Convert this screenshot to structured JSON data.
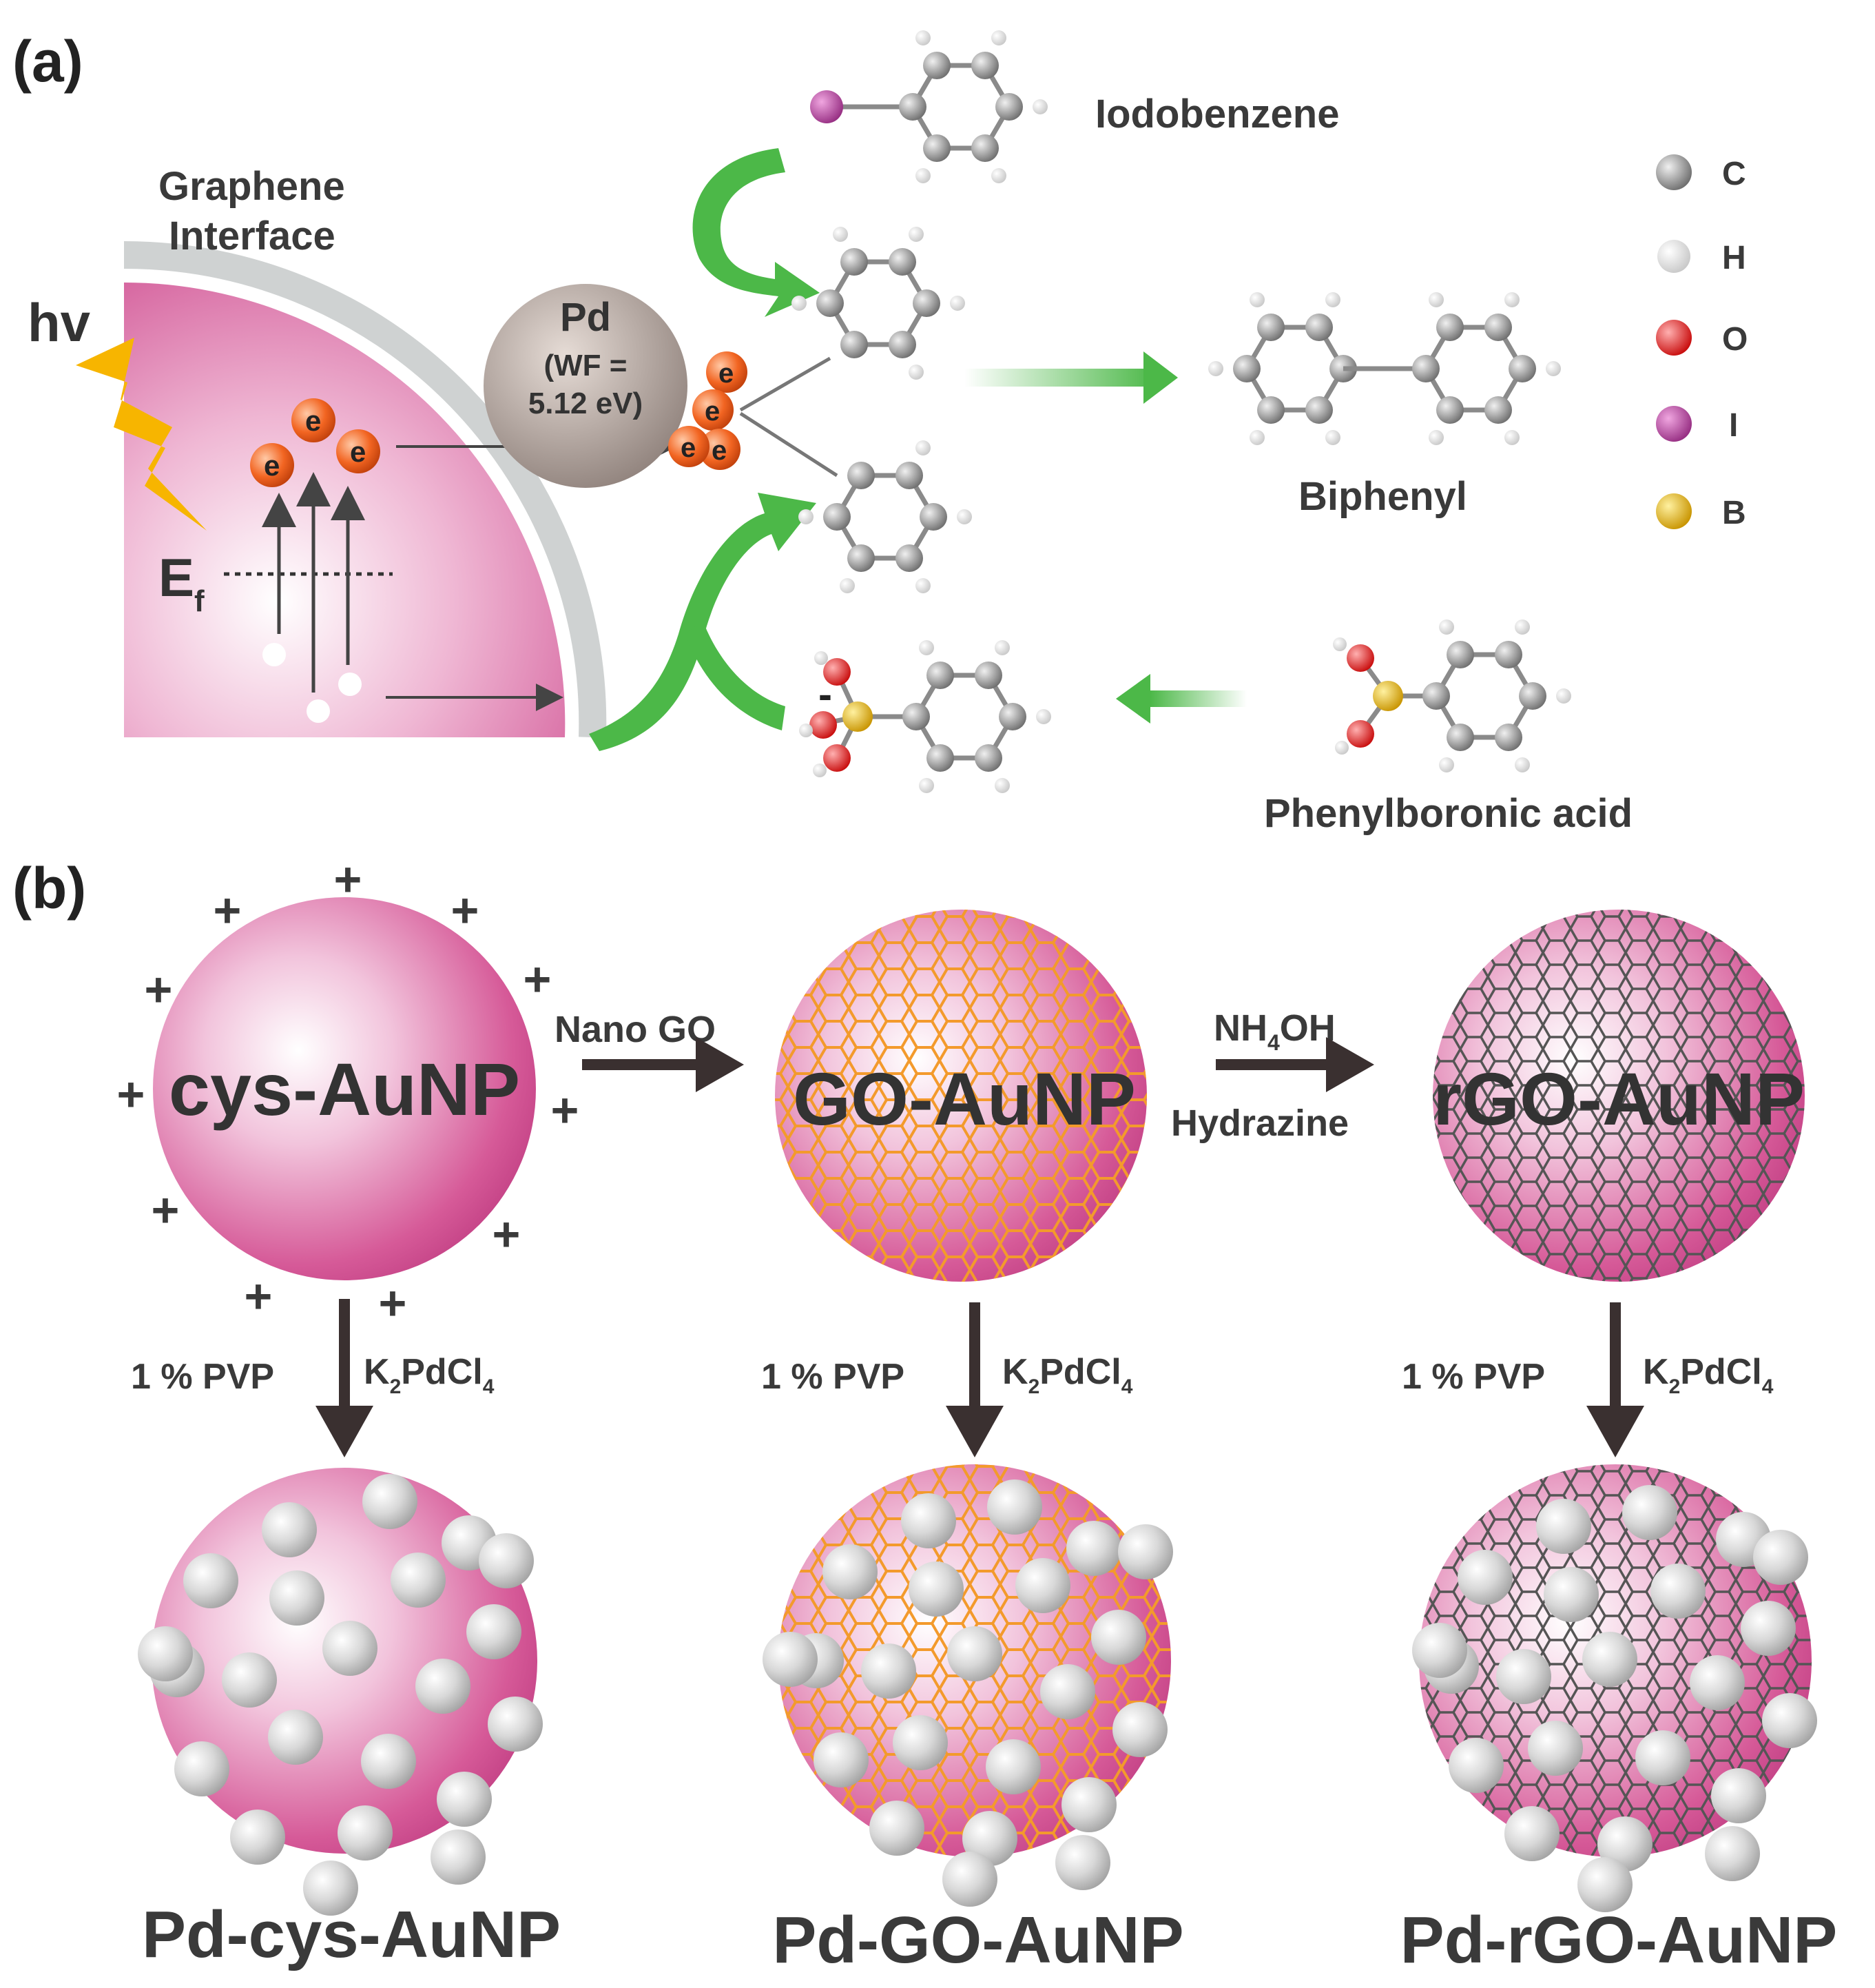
{
  "panel_a": {
    "label": "(a)",
    "graphene_interface": [
      "Graphene",
      "Interface"
    ],
    "hv": "hv",
    "ef": "E",
    "ef_sub": "f",
    "electron": "e",
    "electron_sup": "-",
    "pd_title": "Pd",
    "pd_wf_line1": "(WF =",
    "pd_wf_line2": "5.12 eV)",
    "iodobenzene": "Iodobenzene",
    "biphenyl": "Biphenyl",
    "phenylboronic": "Phenylboronic acid",
    "minus": "-",
    "legend": [
      {
        "label": "C",
        "color": "#8c8c8c"
      },
      {
        "label": "H",
        "color": "#f2f2f2"
      },
      {
        "label": "O",
        "color": "#e01818"
      },
      {
        "label": "I",
        "color": "#b03a9a"
      },
      {
        "label": "B",
        "color": "#e0b010"
      }
    ]
  },
  "panel_b": {
    "label": "(b)",
    "cys": "cys-AuNP",
    "go": "GO-AuNP",
    "rgo": "rGO-AuNP",
    "nano_go": "Nano GO",
    "nh4oh_a": "NH",
    "nh4oh_sub": "4",
    "nh4oh_b": "OH",
    "hydrazine": "Hydrazine",
    "pvp": "1 % PVP",
    "k2_a": "K",
    "k2_sub1": "2",
    "k2_b": "PdCl",
    "k2_sub2": "4",
    "plus": "+",
    "pd_cys": "Pd-cys-AuNP",
    "pd_go": "Pd-GO-AuNP",
    "pd_rgo": "Pd-rGO-AuNP"
  },
  "colors": {
    "pink": "#d4458e",
    "green": "#4cb848",
    "orange_e": "#f26522",
    "go_lattice": "#f39a2c",
    "rgo_lattice": "#555555",
    "pd_sphere": "#8a7c76",
    "bolt": "#f7b500"
  }
}
